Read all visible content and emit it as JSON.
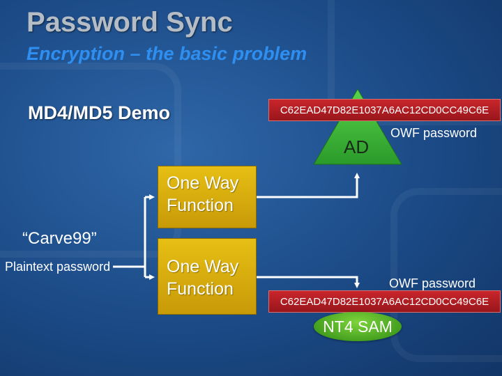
{
  "title": "Password Sync",
  "subtitle": "Encryption – the basic problem",
  "demo_label": "MD4/MD5 Demo",
  "plaintext": {
    "value": "“Carve99”",
    "caption": "Plaintext password"
  },
  "functions": [
    {
      "line1": "One Way",
      "line2": "Function"
    },
    {
      "line1": "One Way",
      "line2": "Function"
    }
  ],
  "top_store": {
    "hash": "C62EAD47D82E1037A6AC12CD0CC49C6E",
    "label": "OWF password",
    "name": "AD"
  },
  "bottom_store": {
    "hash": "C62EAD47D82E1037A6AC12CD0CC49C6E",
    "label": "OWF password",
    "name": "NT4 SAM"
  },
  "colors": {
    "background": "#1b4a86",
    "title": "#b4bcc6",
    "subtitle": "#2e8ff0",
    "function_box": "#d4a90c",
    "hash_bar": "#b81f24",
    "ad_triangle": "#3cb83c",
    "nt4_ellipse": "#4aa822",
    "connector": "#ffffff"
  }
}
